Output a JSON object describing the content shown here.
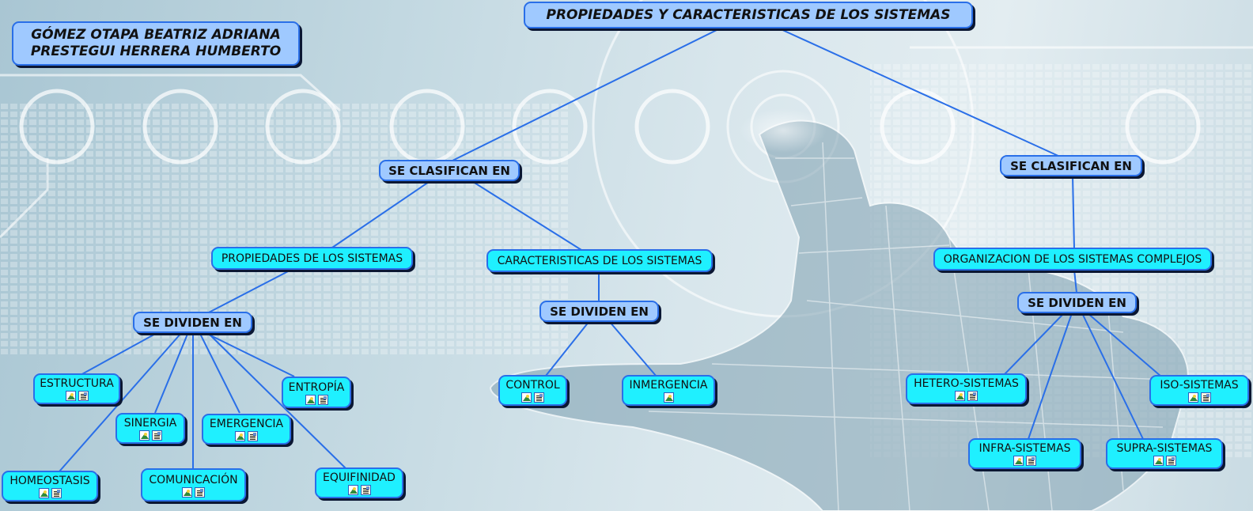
{
  "authors": {
    "line1": "GÓMEZ OTAPA BEATRIZ ADRIANA",
    "line2": "PRESTEGUI HERRERA HUMBERTO"
  },
  "title": "PROPIEDADES Y CARACTERISTICAS DE LOS SISTEMAS",
  "left_branch": {
    "link": "SE CLASIFICAN EN",
    "propiedades": {
      "label": "PROPIEDADES DE LOS SISTEMAS",
      "link": "SE DIVIDEN EN",
      "items": [
        "ESTRUCTURA",
        "SINERGIA",
        "EMERGENCIA",
        "ENTROPÍA",
        "HOMEOSTASIS",
        "COMUNICACIÓN",
        "EQUIFINIDAD"
      ]
    },
    "caracteristicas": {
      "label": "CARACTERISTICAS DE LOS SISTEMAS",
      "link": "SE DIVIDEN EN",
      "items": [
        "CONTROL",
        "INMERGENCIA"
      ]
    }
  },
  "right_branch": {
    "link": "SE CLASIFICAN EN",
    "organizacion": {
      "label": "ORGANIZACION DE LOS SISTEMAS COMPLEJOS",
      "link": "SE DIVIDEN EN",
      "items": [
        "HETERO-SISTEMAS",
        "ISO-SISTEMAS",
        "INFRA-SISTEMAS",
        "SUPRA-SISTEMAS"
      ]
    }
  },
  "colors": {
    "link_node": "#9fc9ff",
    "concept_node": "#1ff0ff",
    "connector": "#2a6fe8"
  },
  "icons": [
    "image-icon",
    "document-icon"
  ]
}
